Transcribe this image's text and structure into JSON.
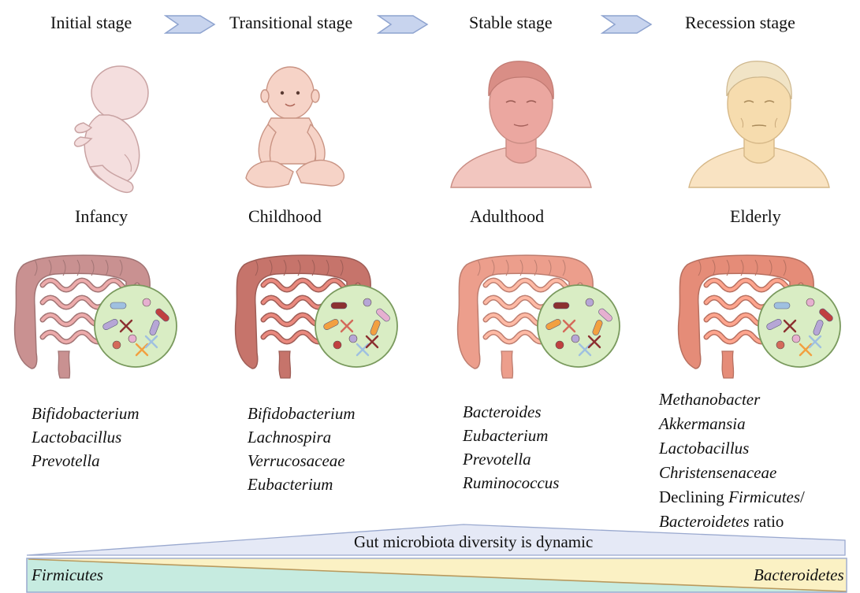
{
  "stages": [
    {
      "label": "Initial stage"
    },
    {
      "label": "Transitional stage"
    },
    {
      "label": "Stable stage"
    },
    {
      "label": "Recession stage"
    }
  ],
  "ages": [
    "Infancy",
    "Childhood",
    "Adulthood",
    "Elderly"
  ],
  "taxa": {
    "infancy": [
      "Bifidobacterium",
      "Lactobacillus",
      "Prevotella"
    ],
    "childhood": [
      "Bifidobacterium",
      "Lachnospira",
      "Verrucosaceae",
      "Eubacterium"
    ],
    "adulthood": [
      "Bacteroides",
      "Eubacterium",
      "Prevotella",
      "Ruminococcus"
    ],
    "elderly": [
      "Methanobacter",
      "Akkermansia",
      "Lactobacillus",
      "Christensenaceae"
    ],
    "elderly_note": {
      "prefix": "Declining ",
      "italic1": "Firmicutes",
      "slash": "/",
      "italic2": "Bacteroidetes",
      "suffix": " ratio"
    }
  },
  "diversity_label": "Gut microbiota diversity is dynamic",
  "bar": {
    "left": "Firmicutes",
    "right": "Bacteroidetes"
  },
  "colors": {
    "chevron": "#aebfe0",
    "infant_skin": "#f3dcdc",
    "child_skin": "#f5d2c8",
    "adult_skin": "#eba7a0",
    "elder_skin": "#f6dcae",
    "gut_infancy": "#c99191",
    "gut_childhood": "#c6746b",
    "gut_adulthood": "#ec9e8c",
    "gut_elderly": "#e58c78",
    "lens": "#d9edc4",
    "wedge": "#e3e8f5",
    "bar_teal": "#c5ebe0",
    "bar_yellow": "#fbf1c4"
  }
}
